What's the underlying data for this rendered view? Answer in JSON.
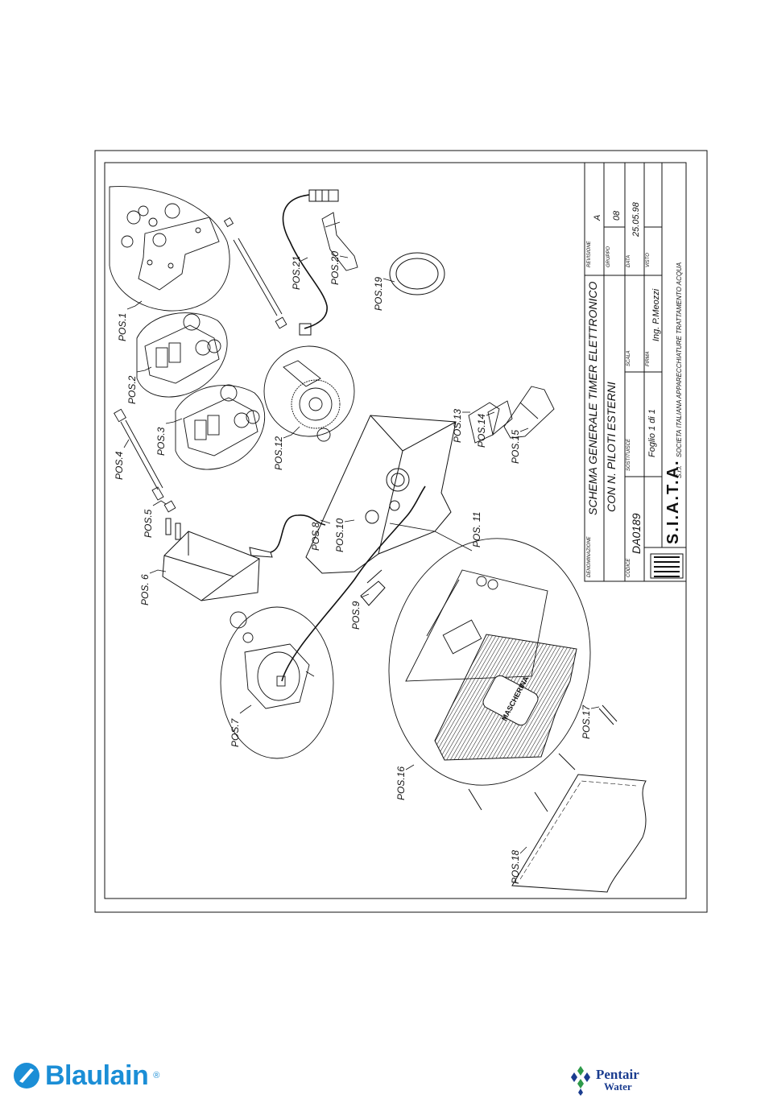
{
  "title_block": {
    "denominazione_label": "DENOMINAZIONE",
    "title_line1": "SCHEMA GENERALE TIMER ELETTRONICO",
    "title_line2": "CON N. PILOTI ESTERNI",
    "revisione_label": "REVISIONE",
    "revisione": "A",
    "gruppo_label": "GRUPPO",
    "gruppo": "08",
    "codice_label": "CODICE",
    "codice": "DA0189",
    "sostituisce_label": "SOSTITUISCE",
    "foglio": "Foglio 1 di 1",
    "scala_label": "SCALA",
    "firma_label": "FIRMA",
    "firma": "Ing. P.Meozzi",
    "data_label": "DATA",
    "data": "25.05.98",
    "visto_label": "VISTO",
    "company_short": "S.I.A.T.A.",
    "company_suffix": "S.r.l.",
    "company_full": "SOCIETA ITALIANA APPARECCHIATURE TRATTAMENTO ACQUA"
  },
  "labels": {
    "pos1": "POS.1",
    "pos2": "POS.2",
    "pos3": "POS.3",
    "pos4": "POS.4",
    "pos5": "POS.5",
    "pos6": "POS. 6",
    "pos7": "POS.7",
    "pos8": "POS.8",
    "pos9": "POS.9",
    "pos10": "POS.10",
    "pos11": "POS. 11",
    "pos12": "POS.12",
    "pos13": "POS.13",
    "pos14": "POS.14",
    "pos15": "POS.15",
    "pos16": "POS.16",
    "pos17": "POS.17",
    "pos18": "POS.18",
    "pos19": "POS.19",
    "pos20": "POS.20",
    "pos21": "POS.21",
    "mascherina": "MASCHERINA"
  },
  "footer": {
    "brand_left": "Blaulain",
    "brand_left_mark": "®",
    "brand_right_1": "Pentair",
    "brand_right_2": "Water"
  },
  "colors": {
    "blaulain_blue": "#1b8ed6",
    "pentair_blue": "#1a3c8f",
    "pentair_green": "#2e9a4a"
  }
}
